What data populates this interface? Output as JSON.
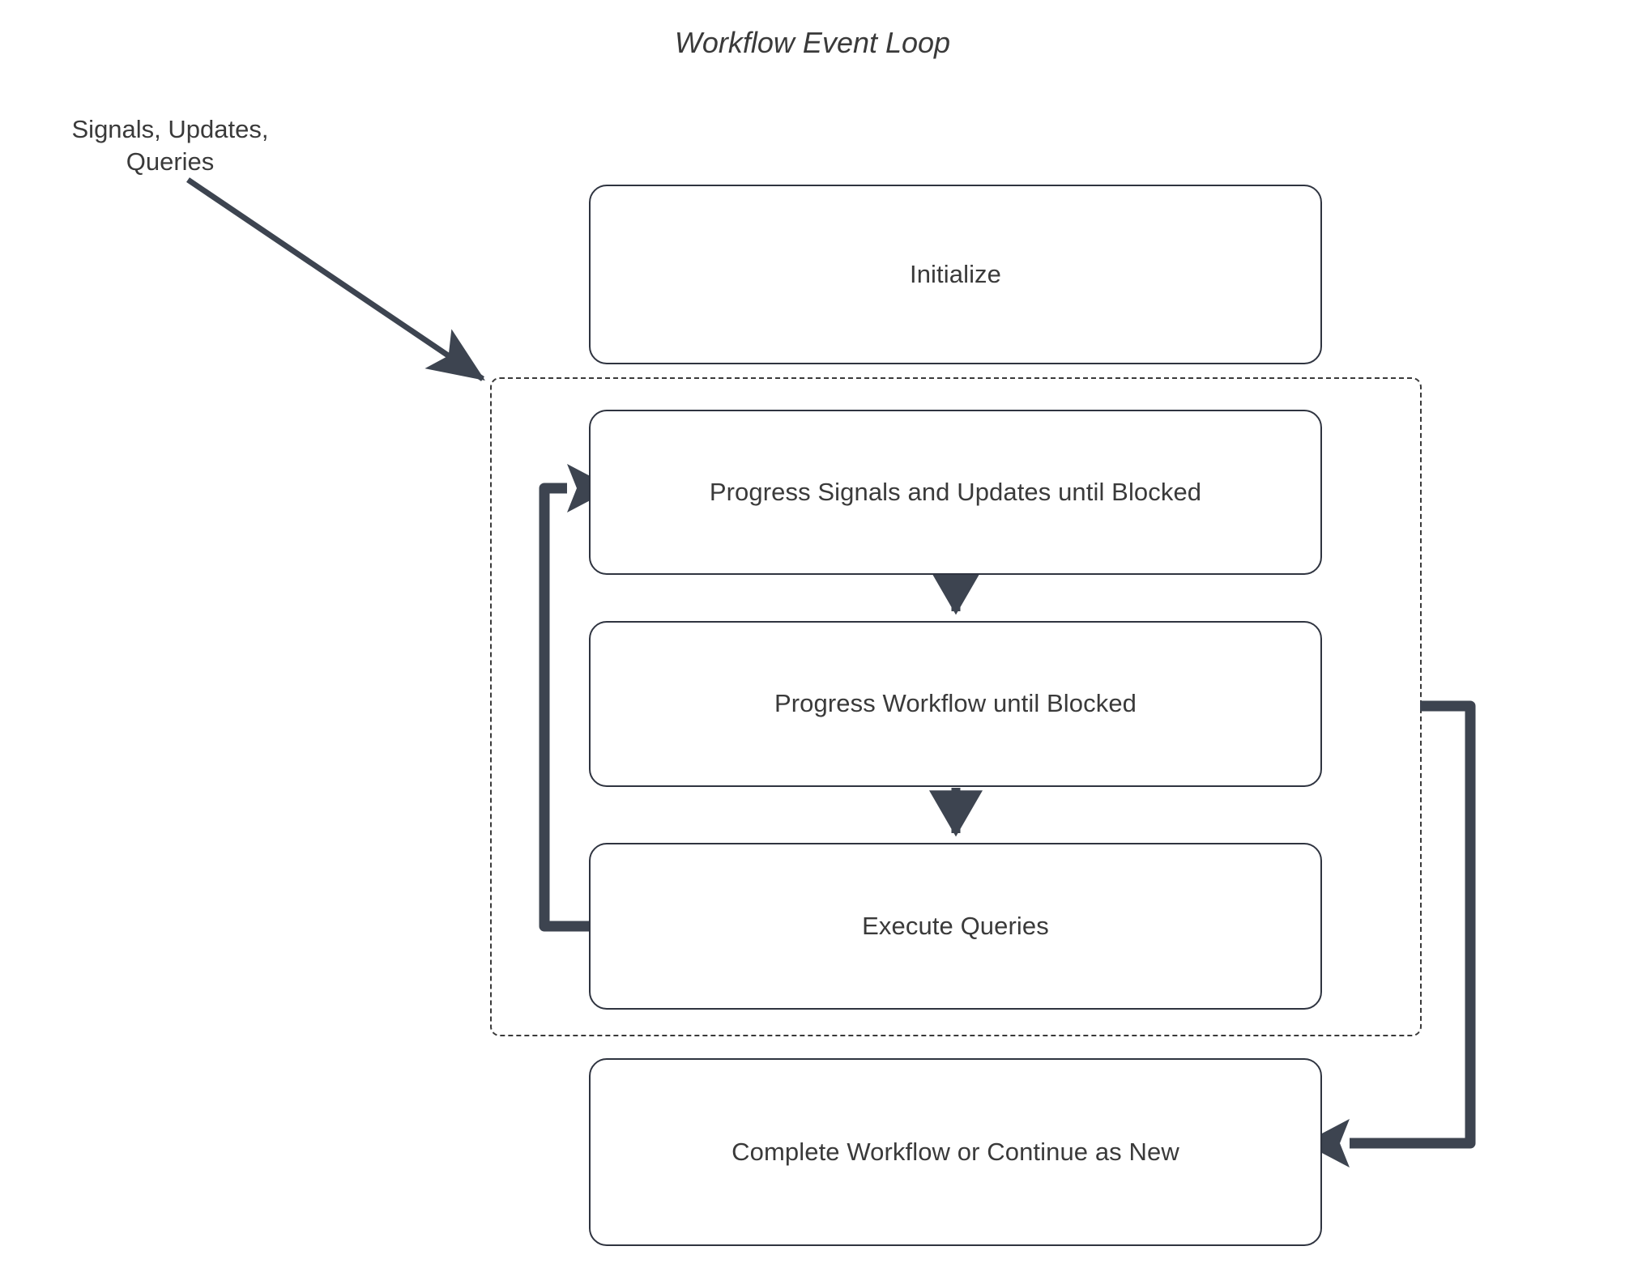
{
  "diagram": {
    "title": "Workflow Event Loop",
    "input_label": {
      "line1": "Signals, Updates,",
      "line2": "Queries"
    },
    "nodes": [
      {
        "id": "initialize",
        "label": "Initialize"
      },
      {
        "id": "progress-signals",
        "label": "Progress Signals and Updates until Blocked"
      },
      {
        "id": "progress-workflow",
        "label": "Progress Workflow until Blocked"
      },
      {
        "id": "execute-queries",
        "label": "Execute Queries"
      },
      {
        "id": "complete",
        "label": "Complete Workflow or Continue as New"
      }
    ],
    "loop_region": {
      "style": "dashed"
    },
    "edges": [
      {
        "from": "signals-updates-queries-label",
        "to": "loop-region",
        "style": "thin-arrow"
      },
      {
        "from": "progress-signals",
        "to": "progress-workflow",
        "style": "thick-arrow-down"
      },
      {
        "from": "progress-workflow",
        "to": "execute-queries",
        "style": "thick-arrow-down"
      },
      {
        "from": "execute-queries",
        "to": "progress-signals",
        "style": "thick-loopback-left"
      },
      {
        "from": "loop-region",
        "to": "complete",
        "style": "thick-loopback-right"
      }
    ],
    "colors": {
      "stroke": "#2f3440",
      "arrow": "#3d4450",
      "text": "#3a3a3a",
      "background": "#ffffff"
    }
  }
}
